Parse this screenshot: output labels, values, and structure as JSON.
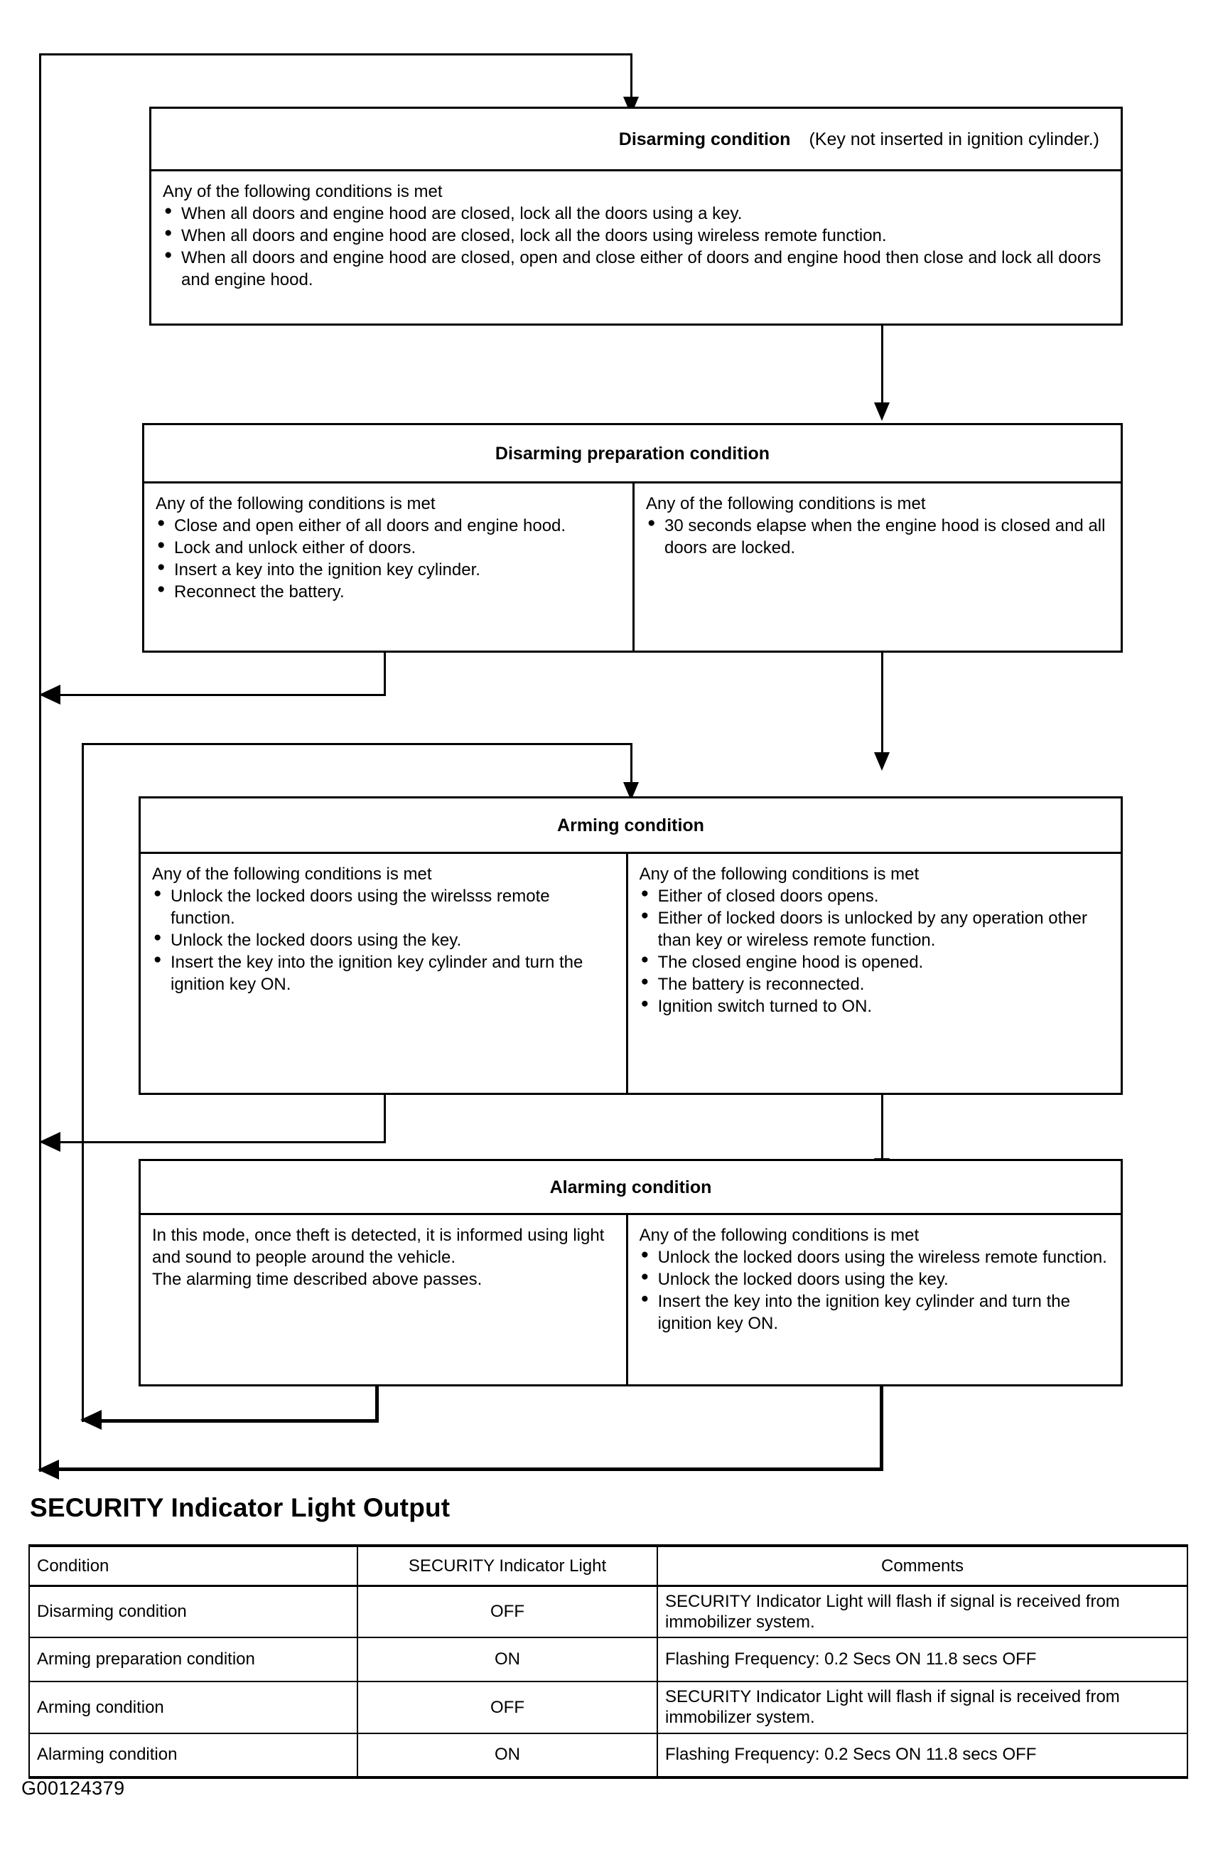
{
  "diagram": {
    "boxes": [
      {
        "id": "disarming",
        "title": "Disarming condition",
        "title_note": "(Key not inserted in ignition cylinder.)",
        "columns": [
          {
            "lead": "Any of the following conditions is met",
            "bullets": [
              "When all doors and engine hood are closed, lock all the doors using a key.",
              "When all doors and engine hood are closed, lock all the doors using wireless remote function.",
              "When all doors and engine hood are closed, open and close either of doors and engine hood then close and lock all doors and engine hood."
            ]
          }
        ]
      },
      {
        "id": "disarming-preparation",
        "title": "Disarming preparation condition",
        "title_note": "",
        "columns": [
          {
            "lead": "Any of the following conditions is met",
            "bullets": [
              "Close and open either of all doors and engine hood.",
              "Lock and unlock either of doors.",
              "Insert a key into the ignition key cylinder.",
              "Reconnect the battery."
            ]
          },
          {
            "lead": "Any of the following conditions is met",
            "bullets": [
              "30 seconds elapse when the engine hood is closed and all doors are locked."
            ]
          }
        ]
      },
      {
        "id": "arming",
        "title": "Arming condition",
        "title_note": "",
        "columns": [
          {
            "lead": "Any of the following conditions is met",
            "bullets": [
              "Unlock the locked doors using the wirelsss remote function.",
              "Unlock the locked doors using the key.",
              "Insert the key into the ignition key cylinder and turn the ignition key ON."
            ]
          },
          {
            "lead": "Any of the following conditions is met",
            "bullets": [
              "Either of closed doors opens.",
              "Either of locked doors is unlocked by any operation other than key or wireless remote function.",
              "The closed engine hood is opened.",
              "The battery is reconnected.",
              "Ignition switch turned to ON."
            ]
          }
        ]
      },
      {
        "id": "alarming",
        "title": "Alarming condition",
        "title_note": "",
        "columns": [
          {
            "lead": "",
            "paragraphs": [
              "In this mode, once theft is detected, it is informed using light and sound to people around the vehicle.",
              "The alarming time described above passes."
            ],
            "bullets": []
          },
          {
            "lead": "Any of the following conditions is met",
            "bullets": [
              "Unlock the locked doors using the wireless remote function.",
              "Unlock the locked doors using the key.",
              "Insert the key into the ignition key cylinder and turn the ignition key ON."
            ]
          }
        ]
      }
    ]
  },
  "section": {
    "title": "SECURITY Indicator Light Output"
  },
  "table": {
    "headers": [
      "Condition",
      "SECURITY Indicator Light",
      "Comments"
    ],
    "rows": [
      {
        "condition": "Disarming condition",
        "light": "OFF",
        "comment": "SECURITY Indicator Light will flash if signal is received from immobilizer system."
      },
      {
        "condition": "Arming preparation condition",
        "light": "ON",
        "comment": "Flashing Frequency:  0.2 Secs ON 11.8 secs OFF"
      },
      {
        "condition": "Arming condition",
        "light": "OFF",
        "comment": "SECURITY Indicator Light will flash if signal is received from immobilizer system."
      },
      {
        "condition": "Alarming condition",
        "light": "ON",
        "comment": "Flashing Frequency:  0.2 Secs ON 11.8 secs OFF"
      }
    ]
  },
  "figure": {
    "code": "G00124379"
  }
}
